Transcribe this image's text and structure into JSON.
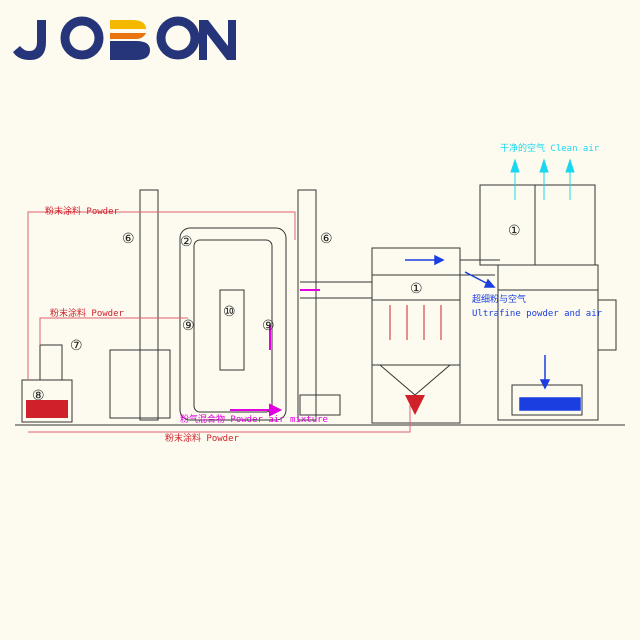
{
  "logo": {
    "text": "JOBON",
    "colors": {
      "navy": "#263479",
      "yellow": "#f5b800",
      "orange": "#e8730f"
    }
  },
  "labels": {
    "powder_top": "粉末涂料  Powder",
    "powder_mid": "粉末涂料  Powder",
    "powder_bottom": "粉末涂料  Powder",
    "powder_air_mixture": "粉气混合物 Powder air mixture",
    "clean_air": "干净的空气  Clean air",
    "ultrafine_cn": "超细粉与空气",
    "ultrafine_en": "Ultrafine powder and air"
  },
  "numbers": {
    "cyclone_filter": "①",
    "cartridge_filter": "①",
    "booth": "②",
    "lift_left": "⑥",
    "lift_right": "⑥",
    "sieve": "⑦",
    "powder_hopper": "⑧",
    "gun_left": "⑨",
    "gun_right": "⑨",
    "workpiece": "⑩"
  },
  "colors": {
    "line": "#333333",
    "powder_line": "#e06070",
    "red_text": "#d0202a",
    "magenta": "#e000e0",
    "cyan": "#18d8f0",
    "blue": "#1a3ee0"
  }
}
